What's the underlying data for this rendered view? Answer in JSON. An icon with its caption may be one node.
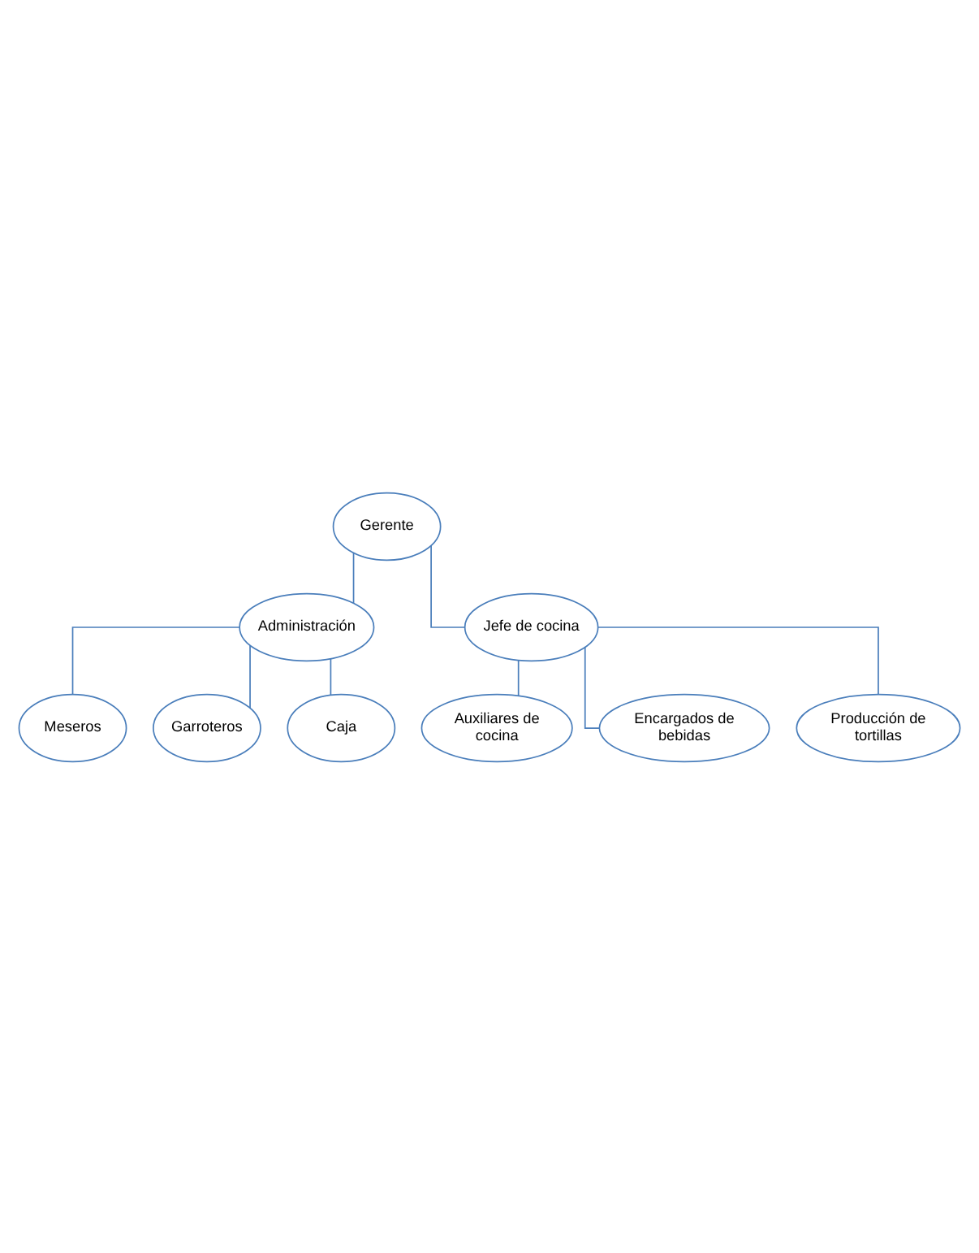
{
  "diagram": {
    "nodes": [
      {
        "text": [
          "Gerente"
        ]
      },
      {
        "text": [
          "Administración"
        ]
      },
      {
        "text": [
          "Jefe de cocina"
        ]
      },
      {
        "text": [
          "Meseros"
        ]
      },
      {
        "text": [
          "Garroteros"
        ]
      },
      {
        "text": [
          "Caja"
        ]
      },
      {
        "text": [
          "Auxiliares de cocina"
        ]
      },
      {
        "text": [
          "Encargados de bebidas"
        ]
      },
      {
        "text": [
          "Producción de tortillas"
        ]
      }
    ],
    "edges": [
      {
        "from": 0,
        "to": 1,
        "arrow": "none"
      },
      {
        "from": 0,
        "to": 2,
        "arrow": "none"
      },
      {
        "from": 1,
        "to": 3,
        "arrow": "none"
      },
      {
        "from": 1,
        "to": 4,
        "arrow": "none"
      },
      {
        "from": 1,
        "to": 5,
        "arrow": "none"
      },
      {
        "from": 2,
        "to": 6,
        "arrow": "none"
      },
      {
        "from": 2,
        "to": 7,
        "arrow": "none"
      },
      {
        "from": 2,
        "to": 8,
        "arrow": "none"
      }
    ]
  }
}
